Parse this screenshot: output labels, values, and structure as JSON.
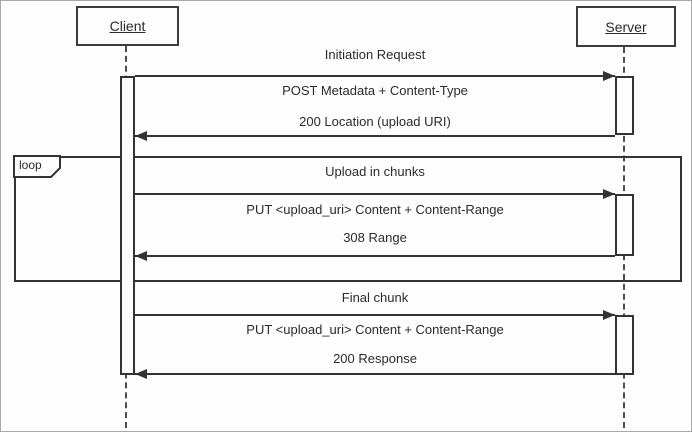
{
  "diagram": {
    "type": "uml-sequence-diagram",
    "participants": [
      {
        "name": "Client"
      },
      {
        "name": "Server"
      }
    ],
    "loop_label": "loop",
    "sections": [
      {
        "title": "Initiation Request",
        "request": "POST Metadata + Content-Type",
        "response": "200 Location (upload URI)"
      },
      {
        "title": "Upload in chunks",
        "frame": "loop",
        "request": "PUT <upload_uri> Content + Content-Range",
        "response": "308 Range"
      },
      {
        "title": "Final chunk",
        "request": "PUT <upload_uri> Content + Content-Range",
        "response": "200 Response"
      }
    ],
    "colors": {
      "line": "#333333",
      "background": "#fdfdfd",
      "canvas_border": "#a9a9a9"
    }
  }
}
